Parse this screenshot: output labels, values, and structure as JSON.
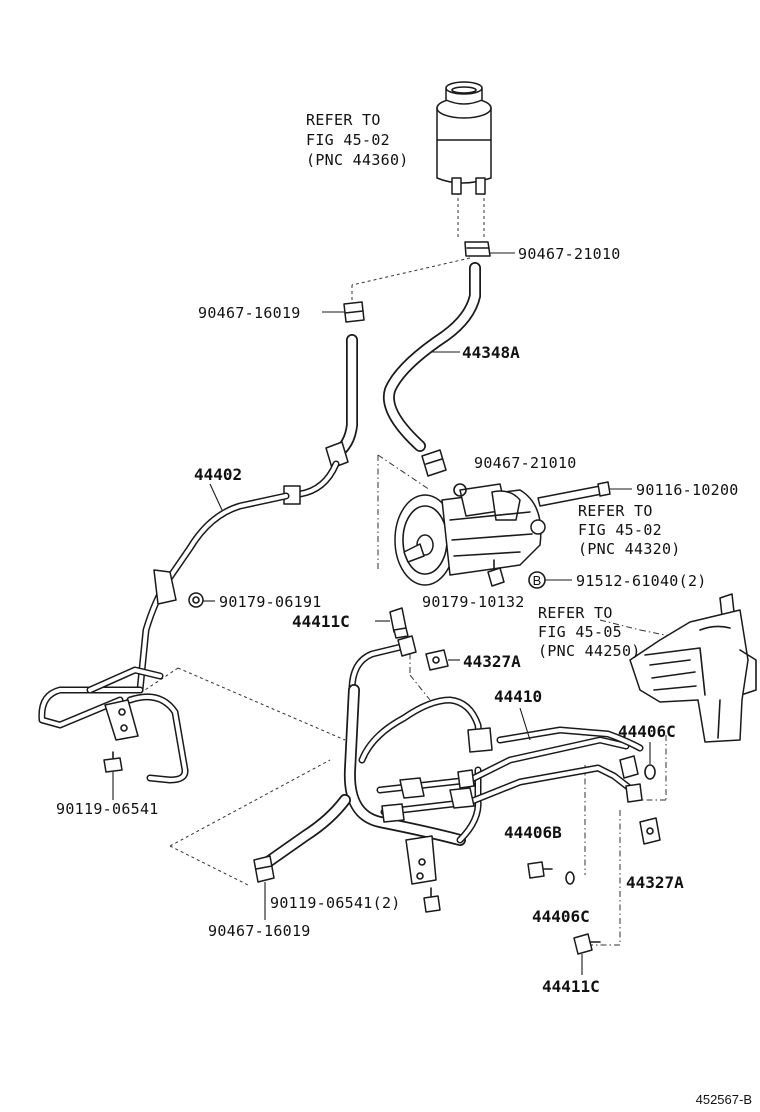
{
  "diagram": {
    "figure_number": "452567-B",
    "refer_notes": [
      {
        "line1": "REFER TO",
        "line2": "FIG 45-02",
        "line3": "(PNC 44360)"
      },
      {
        "line1": "REFER TO",
        "line2": "FIG 45-02",
        "line3": "(PNC 44320)"
      },
      {
        "line1": "REFER TO",
        "line2": "FIG 45-05",
        "line3": "(PNC 44250)"
      }
    ],
    "labels": {
      "clamp_21010_top": "90467-21010",
      "clamp_16019_top": "90467-16019",
      "hose_44348A": "44348A",
      "clamp_21010_mid": "90467-21010",
      "stud_10200": "90116-10200",
      "pipe_44402": "44402",
      "bolt_06191": "90179-06191",
      "bolt_10132": "90179-10132",
      "bolt_61040": "91512-61040(2)",
      "bolt_symbol": "B",
      "union_44411C_top": "44411C",
      "clamp_44327A_top": "44327A",
      "pipe_44410": "44410",
      "gasket_44406C_top": "44406C",
      "bolt_06541_left": "90119-06541",
      "gasket_44406B": "44406B",
      "clamp_44327A_bottom": "44327A",
      "bolt_06541_bottom": "90119-06541(2)",
      "clamp_16019_bottom": "90467-16019",
      "gasket_44406C_bottom": "44406C",
      "union_44411C_bottom": "44411C"
    }
  }
}
